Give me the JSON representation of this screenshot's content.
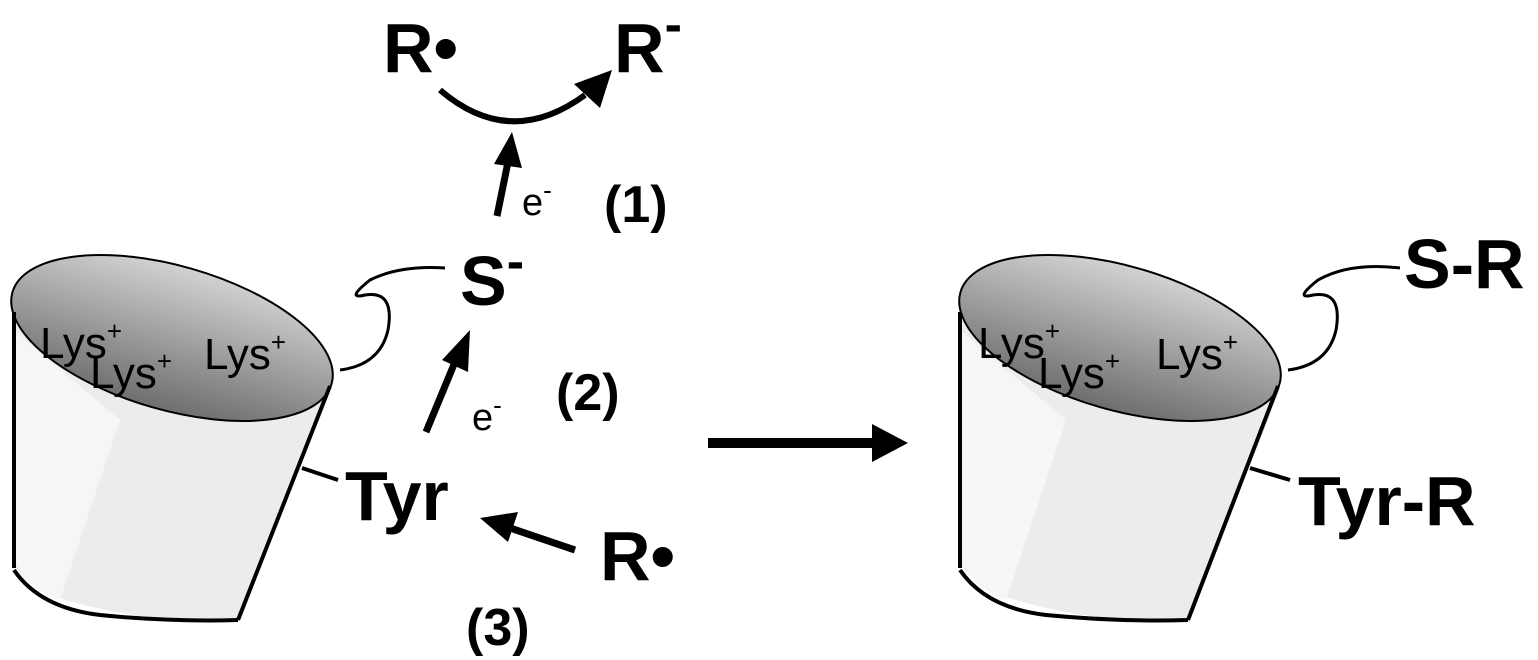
{
  "reaction_top": {
    "reactant": "R•",
    "product": "R",
    "product_charge": "-"
  },
  "electron_label": "e",
  "electron_charge": "-",
  "steps": {
    "one": "(1)",
    "two": "(2)",
    "three": "(3)"
  },
  "left_protein": {
    "lys": [
      "Lys",
      "Lys",
      "Lys"
    ],
    "lys_charge": "+",
    "thiolate": "S",
    "thiolate_charge": "-",
    "tyrosine": "Tyr",
    "radical": "R•"
  },
  "right_protein": {
    "lys": [
      "Lys",
      "Lys",
      "Lys"
    ],
    "lys_charge": "+",
    "adduct_s": "S-R",
    "adduct_tyr": "Tyr-R"
  },
  "colors": {
    "outline": "#000000",
    "cup_body": "#ececec",
    "cup_top_light": "#cfcfcf",
    "cup_top_dark": "#707070"
  }
}
